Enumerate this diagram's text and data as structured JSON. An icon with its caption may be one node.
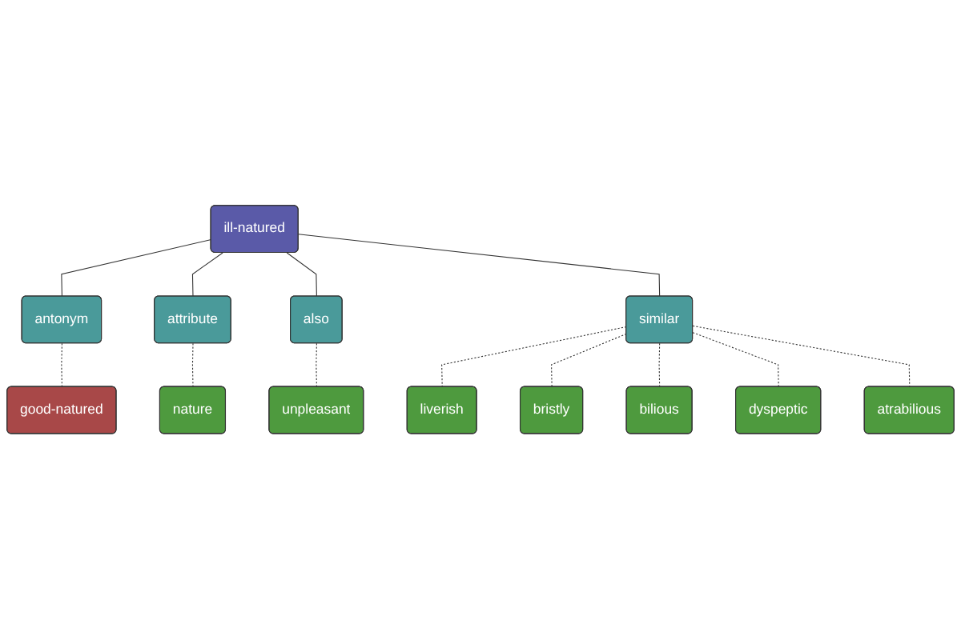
{
  "diagram": {
    "nodes": [
      {
        "text": [
          "ill-natured"
        ]
      },
      {
        "text": [
          "antonym"
        ]
      },
      {
        "text": [
          "attribute"
        ]
      },
      {
        "text": [
          "also"
        ]
      },
      {
        "text": [
          "similar"
        ]
      },
      {
        "text": [
          "good-natured"
        ]
      },
      {
        "text": [
          "nature"
        ]
      },
      {
        "text": [
          "unpleasant"
        ]
      },
      {
        "text": [
          "liverish"
        ]
      },
      {
        "text": [
          "bristly"
        ]
      },
      {
        "text": [
          "bilious"
        ]
      },
      {
        "text": [
          "dyspeptic"
        ]
      },
      {
        "text": [
          "atrabilious"
        ]
      }
    ],
    "edges": [
      {
        "from": 0,
        "to": 1,
        "arrow": "none"
      },
      {
        "from": 0,
        "to": 2,
        "arrow": "none"
      },
      {
        "from": 0,
        "to": 3,
        "arrow": "none"
      },
      {
        "from": 0,
        "to": 4,
        "arrow": "none"
      },
      {
        "from": 1,
        "to": 5,
        "arrow": "none",
        "style": "dashed"
      },
      {
        "from": 2,
        "to": 6,
        "arrow": "none",
        "style": "dashed"
      },
      {
        "from": 3,
        "to": 7,
        "arrow": "none",
        "style": "dashed"
      },
      {
        "from": 4,
        "to": 8,
        "arrow": "none",
        "style": "dashed"
      },
      {
        "from": 4,
        "to": 9,
        "arrow": "none",
        "style": "dashed"
      },
      {
        "from": 4,
        "to": 10,
        "arrow": "none",
        "style": "dashed"
      },
      {
        "from": 4,
        "to": 11,
        "arrow": "none",
        "style": "dashed"
      },
      {
        "from": 4,
        "to": 12,
        "arrow": "none",
        "style": "dashed"
      }
    ]
  }
}
